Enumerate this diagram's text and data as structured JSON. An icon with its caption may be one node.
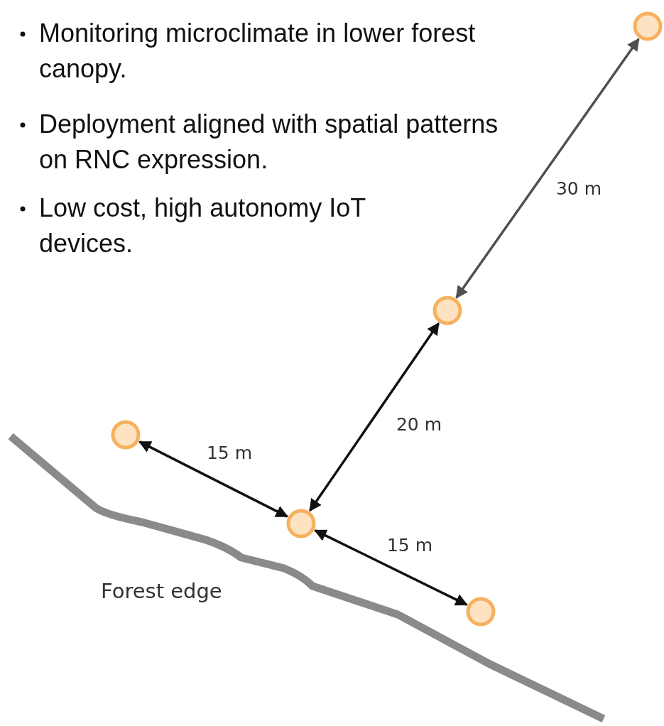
{
  "diagram": {
    "nodes": [
      {
        "text": [],
        "shape": "circle"
      },
      {
        "text": [],
        "shape": "circle"
      },
      {
        "text": [],
        "shape": "circle"
      },
      {
        "text": [],
        "shape": "circle"
      },
      {
        "text": [],
        "shape": "circle"
      }
    ],
    "edges": [
      {
        "from": 1,
        "to": 0,
        "arrow": "both",
        "label": "30 m",
        "color": "#505050"
      },
      {
        "from": 3,
        "to": 1,
        "arrow": "both",
        "label": "20 m"
      },
      {
        "from": 2,
        "to": 3,
        "arrow": "both",
        "label": "15 m"
      },
      {
        "from": 3,
        "to": 4,
        "arrow": "both",
        "label": "15 m"
      }
    ],
    "labels": [
      "Monitoring microclimate in lower forest canopy.",
      "Deployment aligned with spatial patterns on RNC expression.",
      "Low cost, high autonomy IoT devices.",
      "Forest edge"
    ]
  }
}
